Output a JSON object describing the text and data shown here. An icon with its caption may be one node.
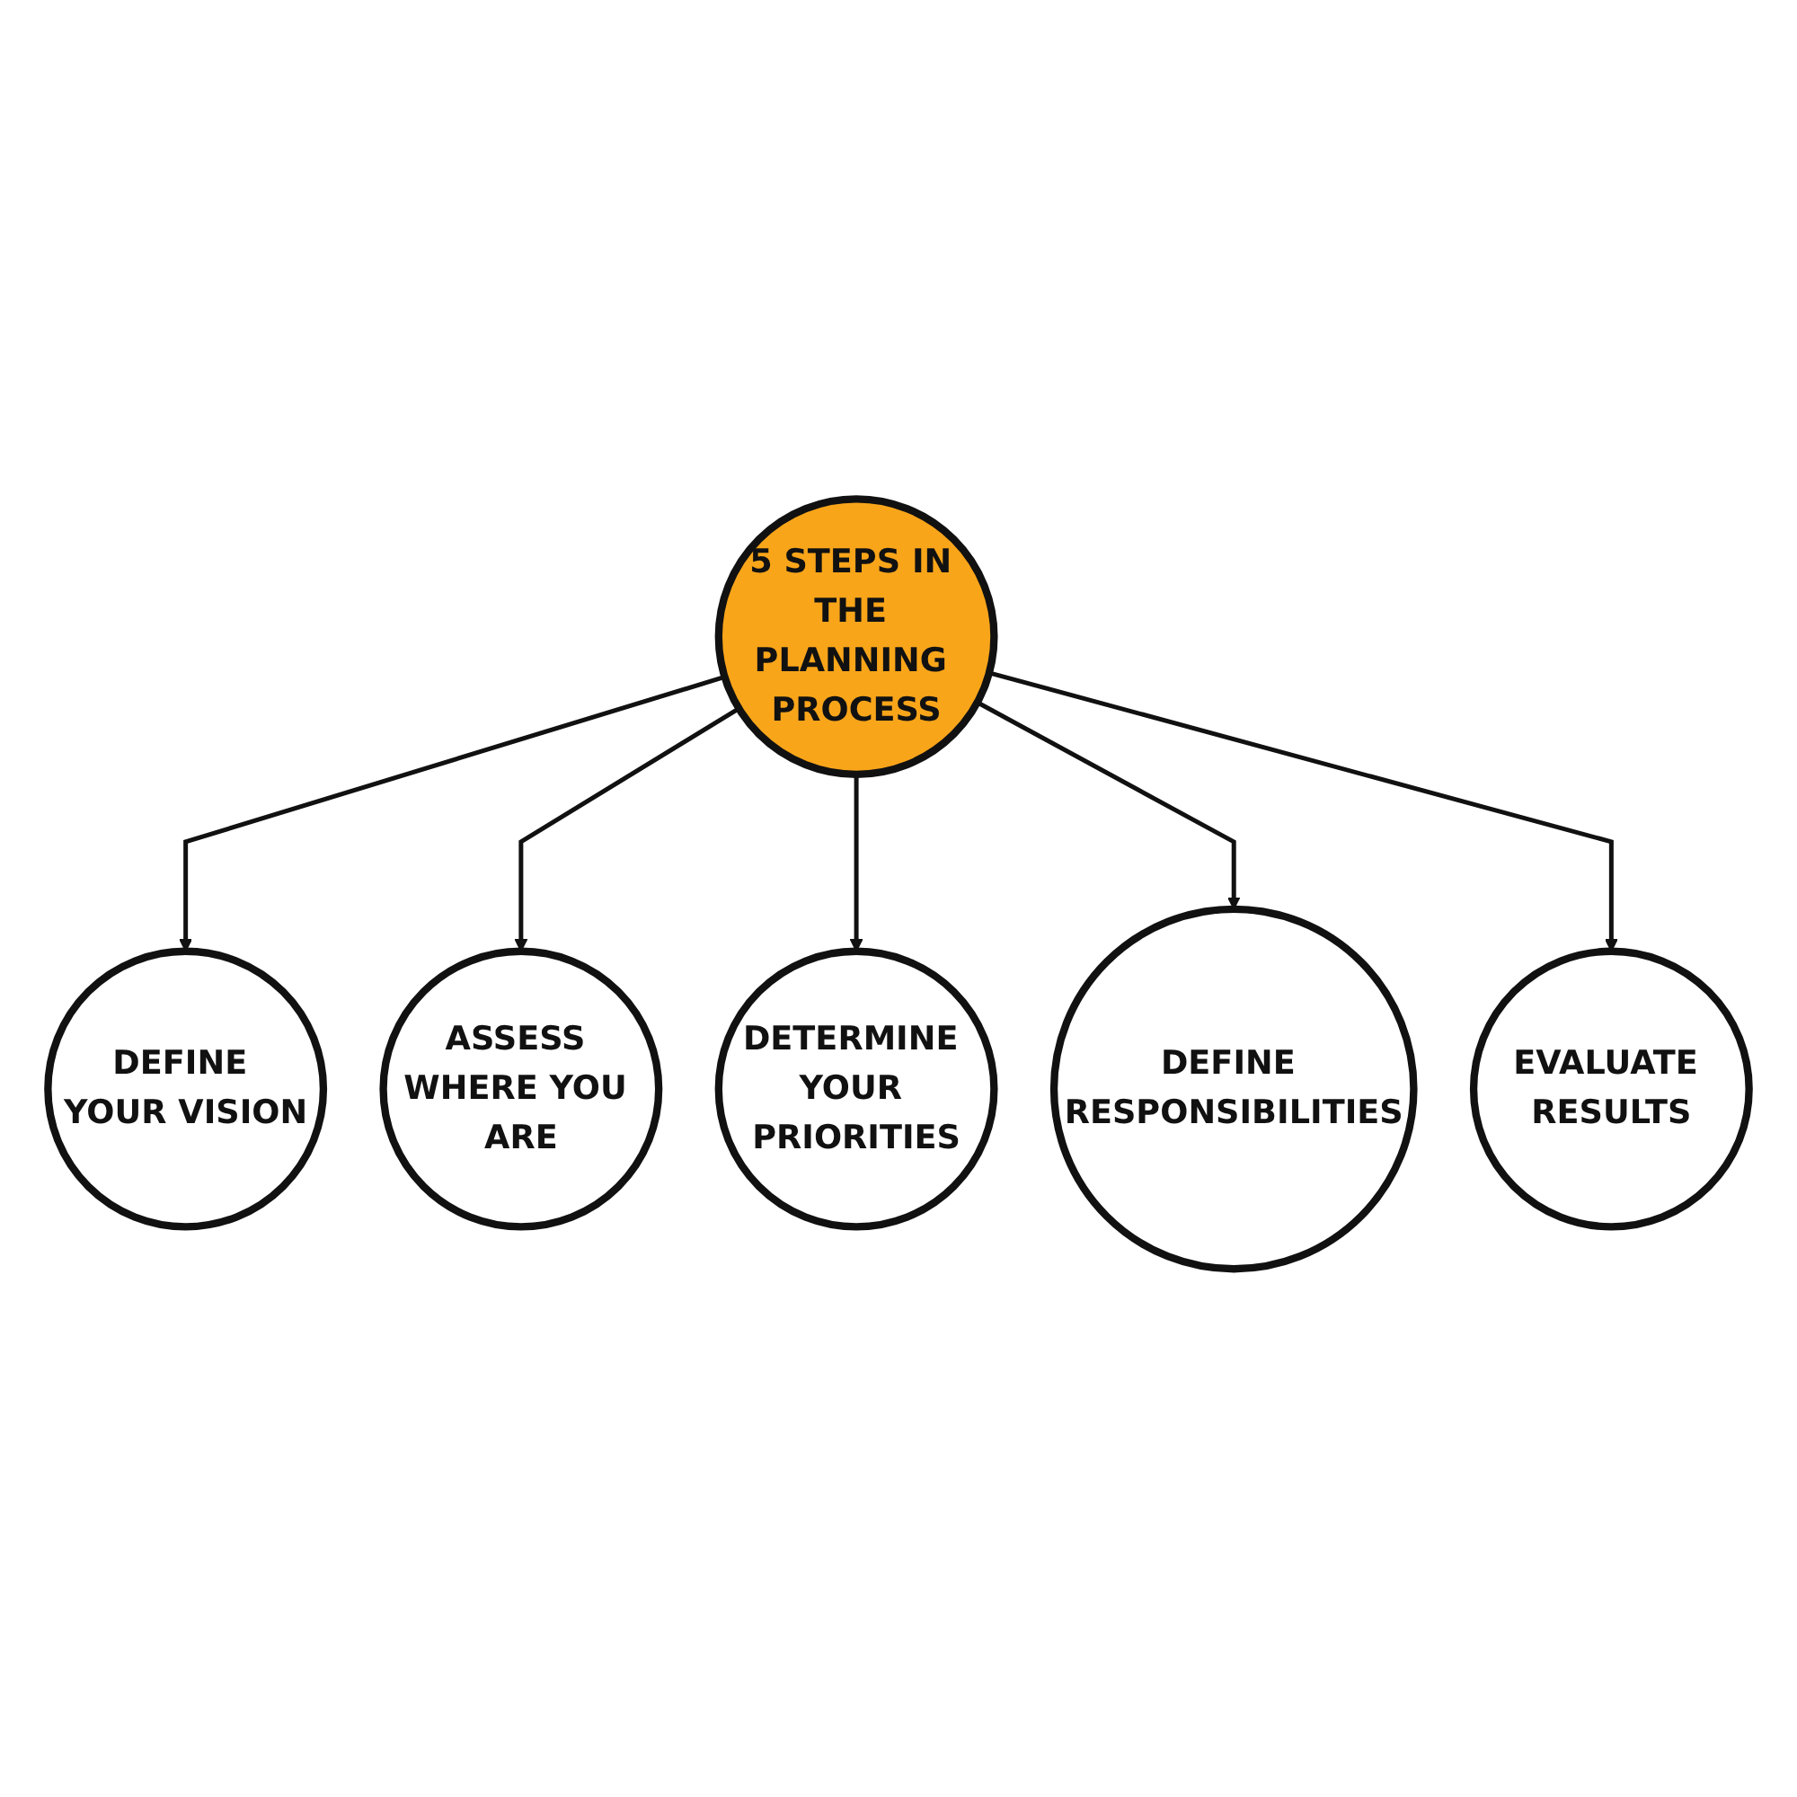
{
  "diagram": {
    "nodes": [
      {
        "text": [
          "5 STEPS IN THE PLANNING PROCESS"
        ]
      },
      {
        "text": [
          "DEFINE YOUR VISION"
        ]
      },
      {
        "text": [
          "ASSESS WHERE YOU ARE"
        ]
      },
      {
        "text": [
          "DETERMINE YOUR PRIORITIES"
        ]
      },
      {
        "text": [
          "DEFINE RESPONSIBILITIES"
        ]
      },
      {
        "text": [
          "EVALUATE RESULTS"
        ]
      }
    ],
    "edges": [
      {
        "from": 0,
        "to": 1,
        "arrow": "to"
      },
      {
        "from": 0,
        "to": 2,
        "arrow": "to"
      },
      {
        "from": 0,
        "to": 3,
        "arrow": "to"
      },
      {
        "from": 0,
        "to": 4,
        "arrow": "to"
      },
      {
        "from": 0,
        "to": 5,
        "arrow": "to"
      }
    ]
  }
}
